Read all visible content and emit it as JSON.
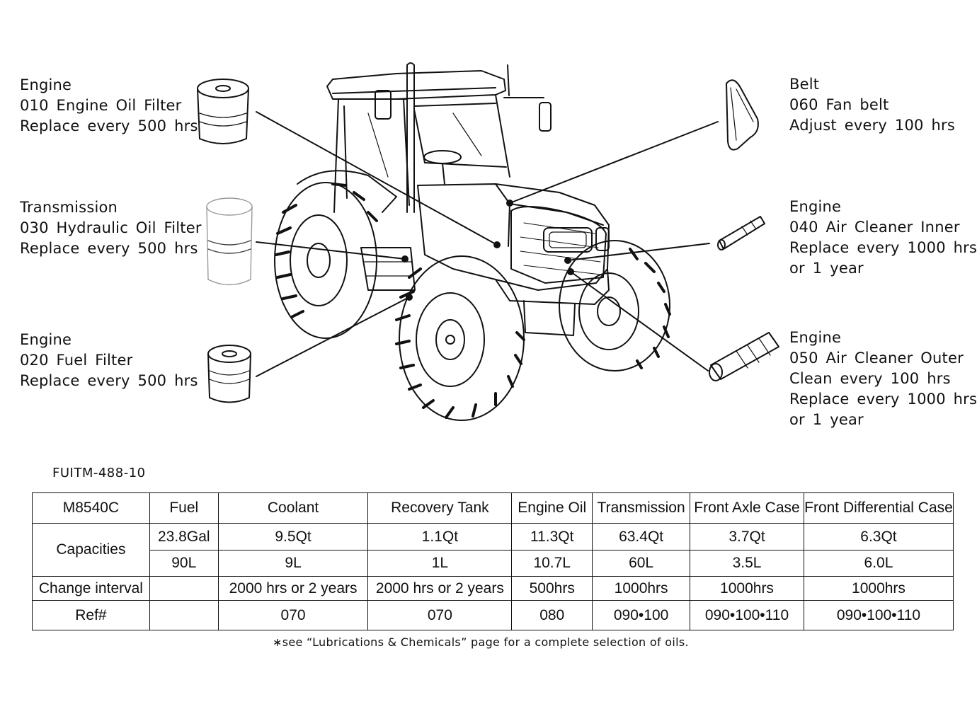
{
  "callouts": [
    {
      "id": "010",
      "lines": [
        "Engine",
        "010 Engine Oil Filter",
        "Replace every 500 hrs"
      ]
    },
    {
      "id": "030",
      "lines": [
        "Transmission",
        "030 Hydraulic Oil Filter",
        "Replace every 500 hrs"
      ]
    },
    {
      "id": "020",
      "lines": [
        "Engine",
        "020 Fuel Filter",
        "Replace every 500 hrs"
      ]
    },
    {
      "id": "060",
      "lines": [
        "Belt",
        "060 Fan belt",
        "Adjust every 100 hrs"
      ]
    },
    {
      "id": "040",
      "lines": [
        "Engine",
        "040 Air Cleaner Inner",
        "Replace every 1000 hrs",
        "or 1 year"
      ]
    },
    {
      "id": "050",
      "lines": [
        "Engine",
        "050 Air Cleaner Outer",
        "Clean every 100 hrs",
        "Replace every 1000 hrs",
        "or 1 year"
      ]
    }
  ],
  "doc_code": "FUITM-488-10",
  "table": {
    "model": "M8540C",
    "columns": [
      "Fuel",
      "Coolant",
      "Recovery Tank",
      "Engine Oil",
      "Transmission",
      "Front Axle Case",
      "Front Differential Case"
    ],
    "capacities_label": "Capacities",
    "capacities_us": [
      "23.8Gal",
      "9.5Qt",
      "1.1Qt",
      "11.3Qt",
      "63.4Qt",
      "3.7Qt",
      "6.3Qt"
    ],
    "capacities_metric": [
      "90L",
      "9L",
      "1L",
      "10.7L",
      "60L",
      "3.5L",
      "6.0L"
    ],
    "change_interval_label": "Change interval",
    "change_interval": [
      "",
      "2000 hrs or 2 years",
      "2000 hrs or 2 years",
      "500hrs",
      "1000hrs",
      "1000hrs",
      "1000hrs"
    ],
    "ref_label": "Ref#",
    "ref": [
      "",
      "070",
      "070",
      "080",
      "090•100",
      "090•100•110",
      "090•100•110"
    ]
  },
  "footnote": "∗see “Lubrications & Chemicals” page for a complete selection of oils."
}
